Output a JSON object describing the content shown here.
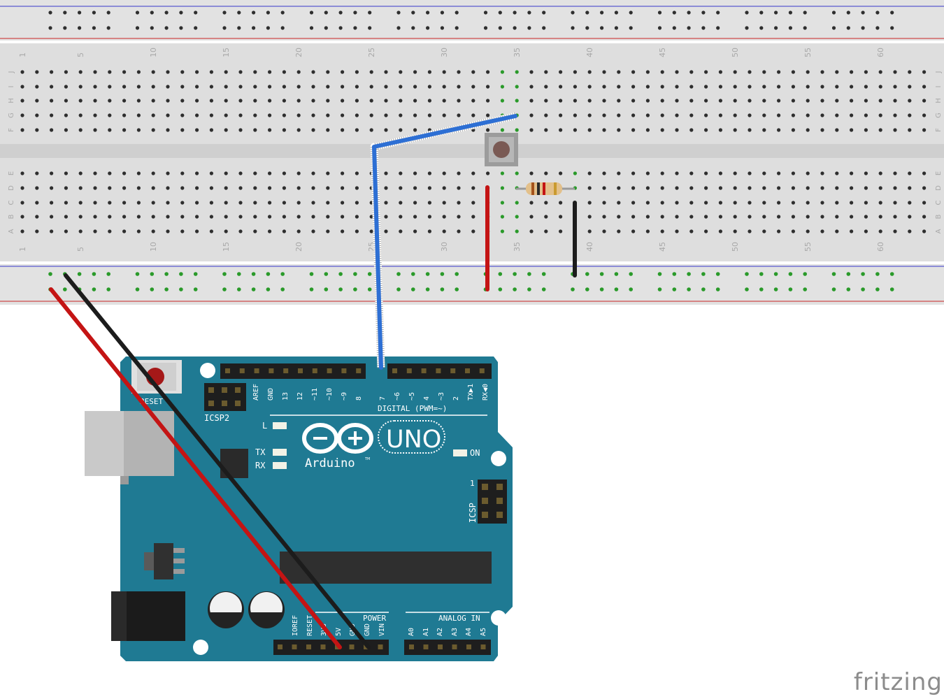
{
  "breadboard": {
    "column_numbers": [
      "1",
      "5",
      "10",
      "15",
      "20",
      "25",
      "30",
      "35",
      "40",
      "45",
      "50",
      "55",
      "60"
    ],
    "row_letters_top": [
      "J",
      "I",
      "H",
      "G",
      "F"
    ],
    "row_letters_bottom": [
      "E",
      "D",
      "C",
      "B",
      "A"
    ]
  },
  "arduino": {
    "logo_text": "Arduino",
    "trademark": "TM",
    "model": "UNO",
    "reset_label": "RESET",
    "icsp2_label": "ICSP2",
    "icsp_label": "ICSP",
    "icsp_pin1": "1",
    "led_l": "L",
    "led_tx": "TX",
    "led_rx": "RX",
    "on_label": "ON",
    "digital_label": "DIGITAL (PWM=~)",
    "digital_pins": [
      "AREF",
      "GND",
      "13",
      "12",
      "~11",
      "~10",
      "~9",
      "8",
      "7",
      "~6",
      "~5",
      "4",
      "~3",
      "2",
      "TX▶1",
      "RX◀0"
    ],
    "power_label": "POWER",
    "power_pins": [
      "IOREF",
      "RESET",
      "3V3",
      "5V",
      "GND",
      "GND",
      "VIN"
    ],
    "analog_label": "ANALOG IN",
    "analog_pins": [
      "A0",
      "A1",
      "A2",
      "A3",
      "A4",
      "A5"
    ]
  },
  "colors": {
    "board": "#1f7a93",
    "breadboard": "#dedede",
    "wire_blue": "#2d6fd4",
    "wire_red": "#c41414",
    "wire_black": "#1c1c1c",
    "rail_blue": "#3535c9",
    "rail_red": "#c92525"
  },
  "watermark": "fritzing"
}
